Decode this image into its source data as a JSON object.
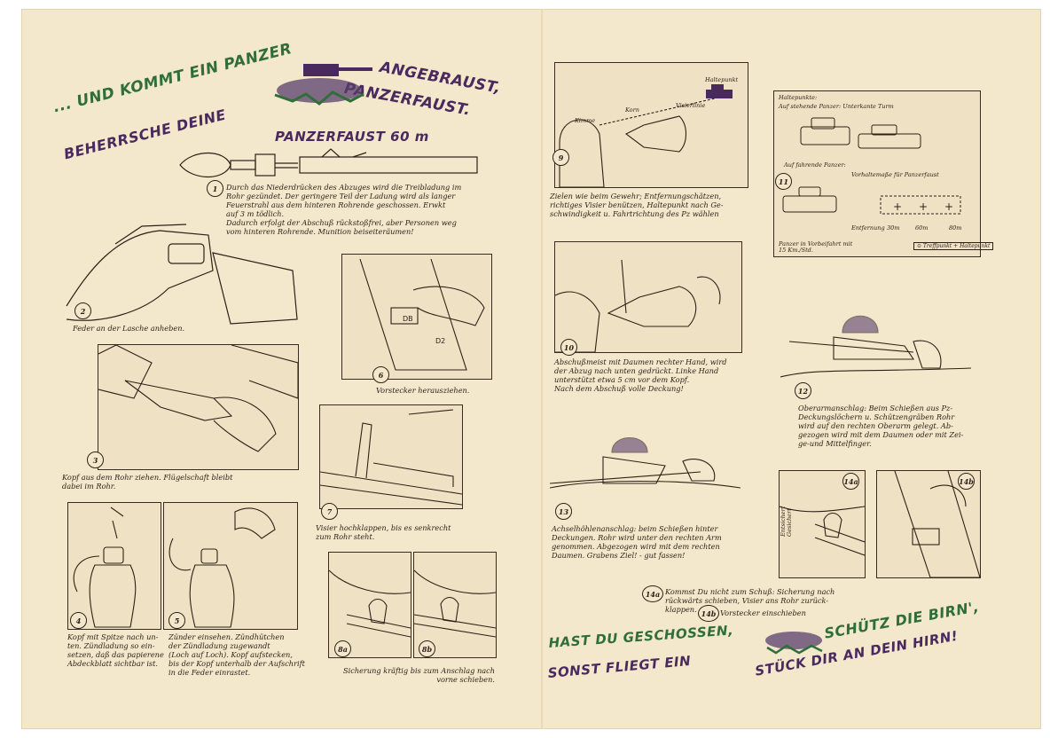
{
  "left": {
    "headline_part1": "... UND KOMMT EIN PANZER",
    "headline_part2": "ANGEBRAUST,",
    "headline_part3": "BEHERRSCHE DEINE",
    "headline_part4": "PANZERFAUST.",
    "product_title": "PANZERFAUST 60 m",
    "steps": [
      {
        "num": "1",
        "text": "Durch das Niederdrücken des Abzuges wird die Treibladung im\nRohr gezündet. Der geringere Teil der Ladung wird als langer\nFeuerstrahl aus dem hinteren Rohrende geschossen. Erwkt\nauf 3 m tödlich.\nDadurch erfolgt der Abschuß rückstoßfrei, aber Personen weg\nvom hinteren Rohrende. Munition beiseiteräumen!"
      },
      {
        "num": "2",
        "text": "Feder an der Lasche anheben."
      },
      {
        "num": "3",
        "text": "Kopf aus dem Rohr ziehen. Flügelschaft bleibt\ndabei im Rohr."
      },
      {
        "num": "4",
        "text": "Kopf mit Spitze nach un-\nten. Zündladung so ein-\nsetzen, daß das papierene\nAbdeckblatt sichtbar ist."
      },
      {
        "num": "5",
        "text": "Zünder einsehen. Zündhütchen\nder Zündladung zugewandt\n(Loch auf Loch). Kopf aufstecken,\nbis der Kopf unterhalb der Aufschrift\nin die Feder einrastet."
      },
      {
        "num": "6",
        "text": "Vorstecker herausziehen."
      },
      {
        "num": "7",
        "text": "Visier hochklappen, bis es senkrecht\nzum Rohr steht."
      },
      {
        "num": "8a",
        "text": ""
      },
      {
        "num": "8b",
        "text": "Sicherung kräftig bis zum Anschlag nach\nvorne schieben."
      }
    ]
  },
  "right": {
    "steps": [
      {
        "num": "9",
        "text": "Zielen wie beim Gewehr; Entfernungschätzen,\nrichtiges Visier benützen, Haltepunkt nach Ge-\nschwindigkeit u. Fahrtrichtung des Pz wählen"
      },
      {
        "num": "10",
        "text": "Abschußmeist mit Daumen rechter Hand, wird\nder Abzug nach unten gedrückt. Linke Hand\nunterstützt etwa 5 cm vor dem Kopf.\nNach dem Abschuß volle Deckung!"
      },
      {
        "num": "11",
        "text": ""
      },
      {
        "num": "12",
        "text": "Oberarmanschlag: Beim Schießen aus Pz-\nDeckungslöchern u. Schützengräben Rohr\nwird auf den rechten Oberarm gelegt. Ab-\ngezogen wird mit dem Daumen oder mit Zei-\nge-und Mittelfinger."
      },
      {
        "num": "13",
        "text": "Achselhöhlenanschlag: beim Schießen hinter\nDeckungen. Rohr wird unter den rechten Arm\ngenommen. Abgezogen wird mit dem rechten\nDaumen. Grabens Ziel! - gut fassen!"
      },
      {
        "num": "14a",
        "text": "Kommst Du nicht zum Schuß: Sicherung nach\nrückwärts schieben, Visier ans Rohr zurück-\nklappen."
      },
      {
        "num": "14b",
        "text": "Vorstecker einschieben"
      }
    ],
    "panel9_labels": {
      "haltepunkt": "Haltepunkt",
      "kimme": "Kimme",
      "korn": "Korn",
      "visierlinie": "Visierlinie"
    },
    "panel11": {
      "title1": "Haltepunkte:",
      "title2": "Auf stehende Panzer: Unterkante Turm",
      "title3": "Auf fahrende Panzer:",
      "title4": "Vorhaltemaße für Panzerfaust",
      "distance_label": "Entfernung",
      "distances": [
        "30m",
        "60m",
        "80m"
      ],
      "speed_note": "Panzer in Vorbeifahrt mit\n15 Km./Std.",
      "legend": "⊙ Treffpunkt + Haltepunkt"
    },
    "panel14a_label": "Entsichert\nGesichert",
    "footer_part1": "HAST DU GESCHOSSEN,",
    "footer_part2": "SCHÜTZ DIE BIRN',",
    "footer_part3": "SONST FLIEGT EIN",
    "footer_part4": "STÜCK DIR AN DEIN HIRN!"
  }
}
